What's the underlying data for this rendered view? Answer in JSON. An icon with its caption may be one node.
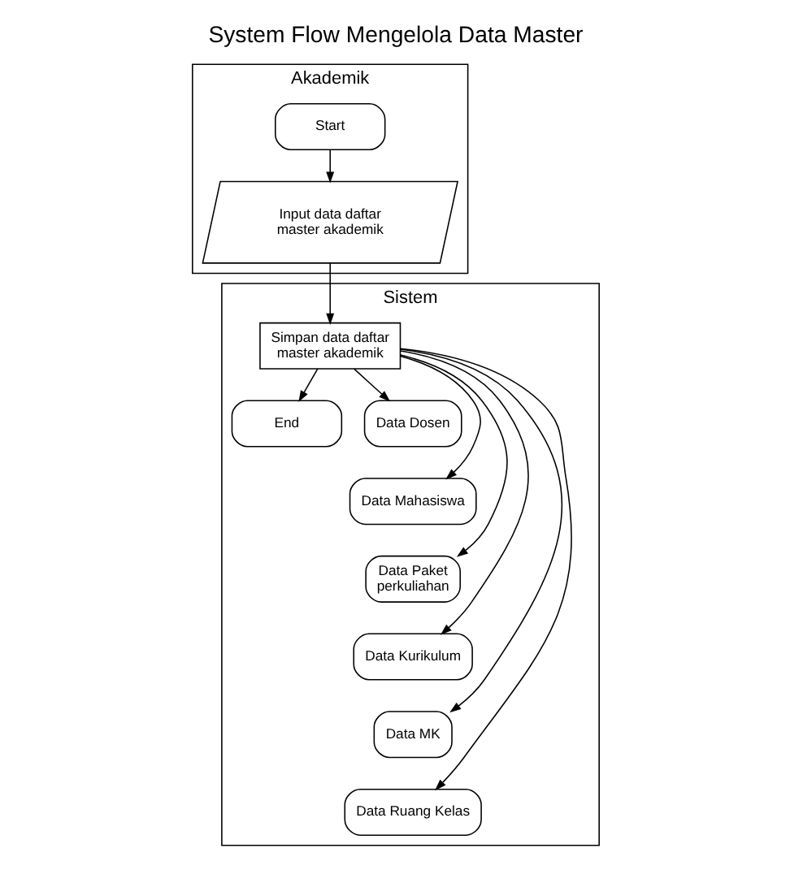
{
  "diagram": {
    "title": "System Flow Mengelola Data Master",
    "nodes": [
      {
        "text": [
          "Akademik"
        ]
      },
      {
        "text": [
          "Start"
        ],
        "in": 0
      },
      {
        "text": [
          "Input data daftar master akademik"
        ],
        "in": 0
      },
      {
        "text": [
          "Sistem"
        ]
      },
      {
        "text": [
          "Simpan data daftar master akademik"
        ],
        "in": 3
      },
      {
        "text": [
          "End"
        ],
        "in": 3
      },
      {
        "text": [
          "Data Dosen"
        ],
        "in": 3
      },
      {
        "text": [
          "Data Mahasiswa"
        ],
        "in": 3
      },
      {
        "text": [
          "Data Paket perkuliahan"
        ],
        "in": 3
      },
      {
        "text": [
          "Data Kurikulum"
        ],
        "in": 3
      },
      {
        "text": [
          "Data MK"
        ],
        "in": 3
      },
      {
        "text": [
          "Data Ruang Kelas"
        ],
        "in": 3
      }
    ],
    "edges": [
      {
        "from": 1,
        "to": 2,
        "arrow": "to"
      },
      {
        "from": 2,
        "to": 4,
        "arrow": "to"
      },
      {
        "from": 4,
        "to": 5,
        "arrow": "to"
      },
      {
        "from": 4,
        "to": 6,
        "arrow": "to"
      },
      {
        "from": 4,
        "to": 7,
        "arrow": "to"
      },
      {
        "from": 4,
        "to": 8,
        "arrow": "to"
      },
      {
        "from": 4,
        "to": 9,
        "arrow": "to"
      },
      {
        "from": 4,
        "to": 10,
        "arrow": "to"
      },
      {
        "from": 4,
        "to": 11,
        "arrow": "to"
      }
    ]
  }
}
